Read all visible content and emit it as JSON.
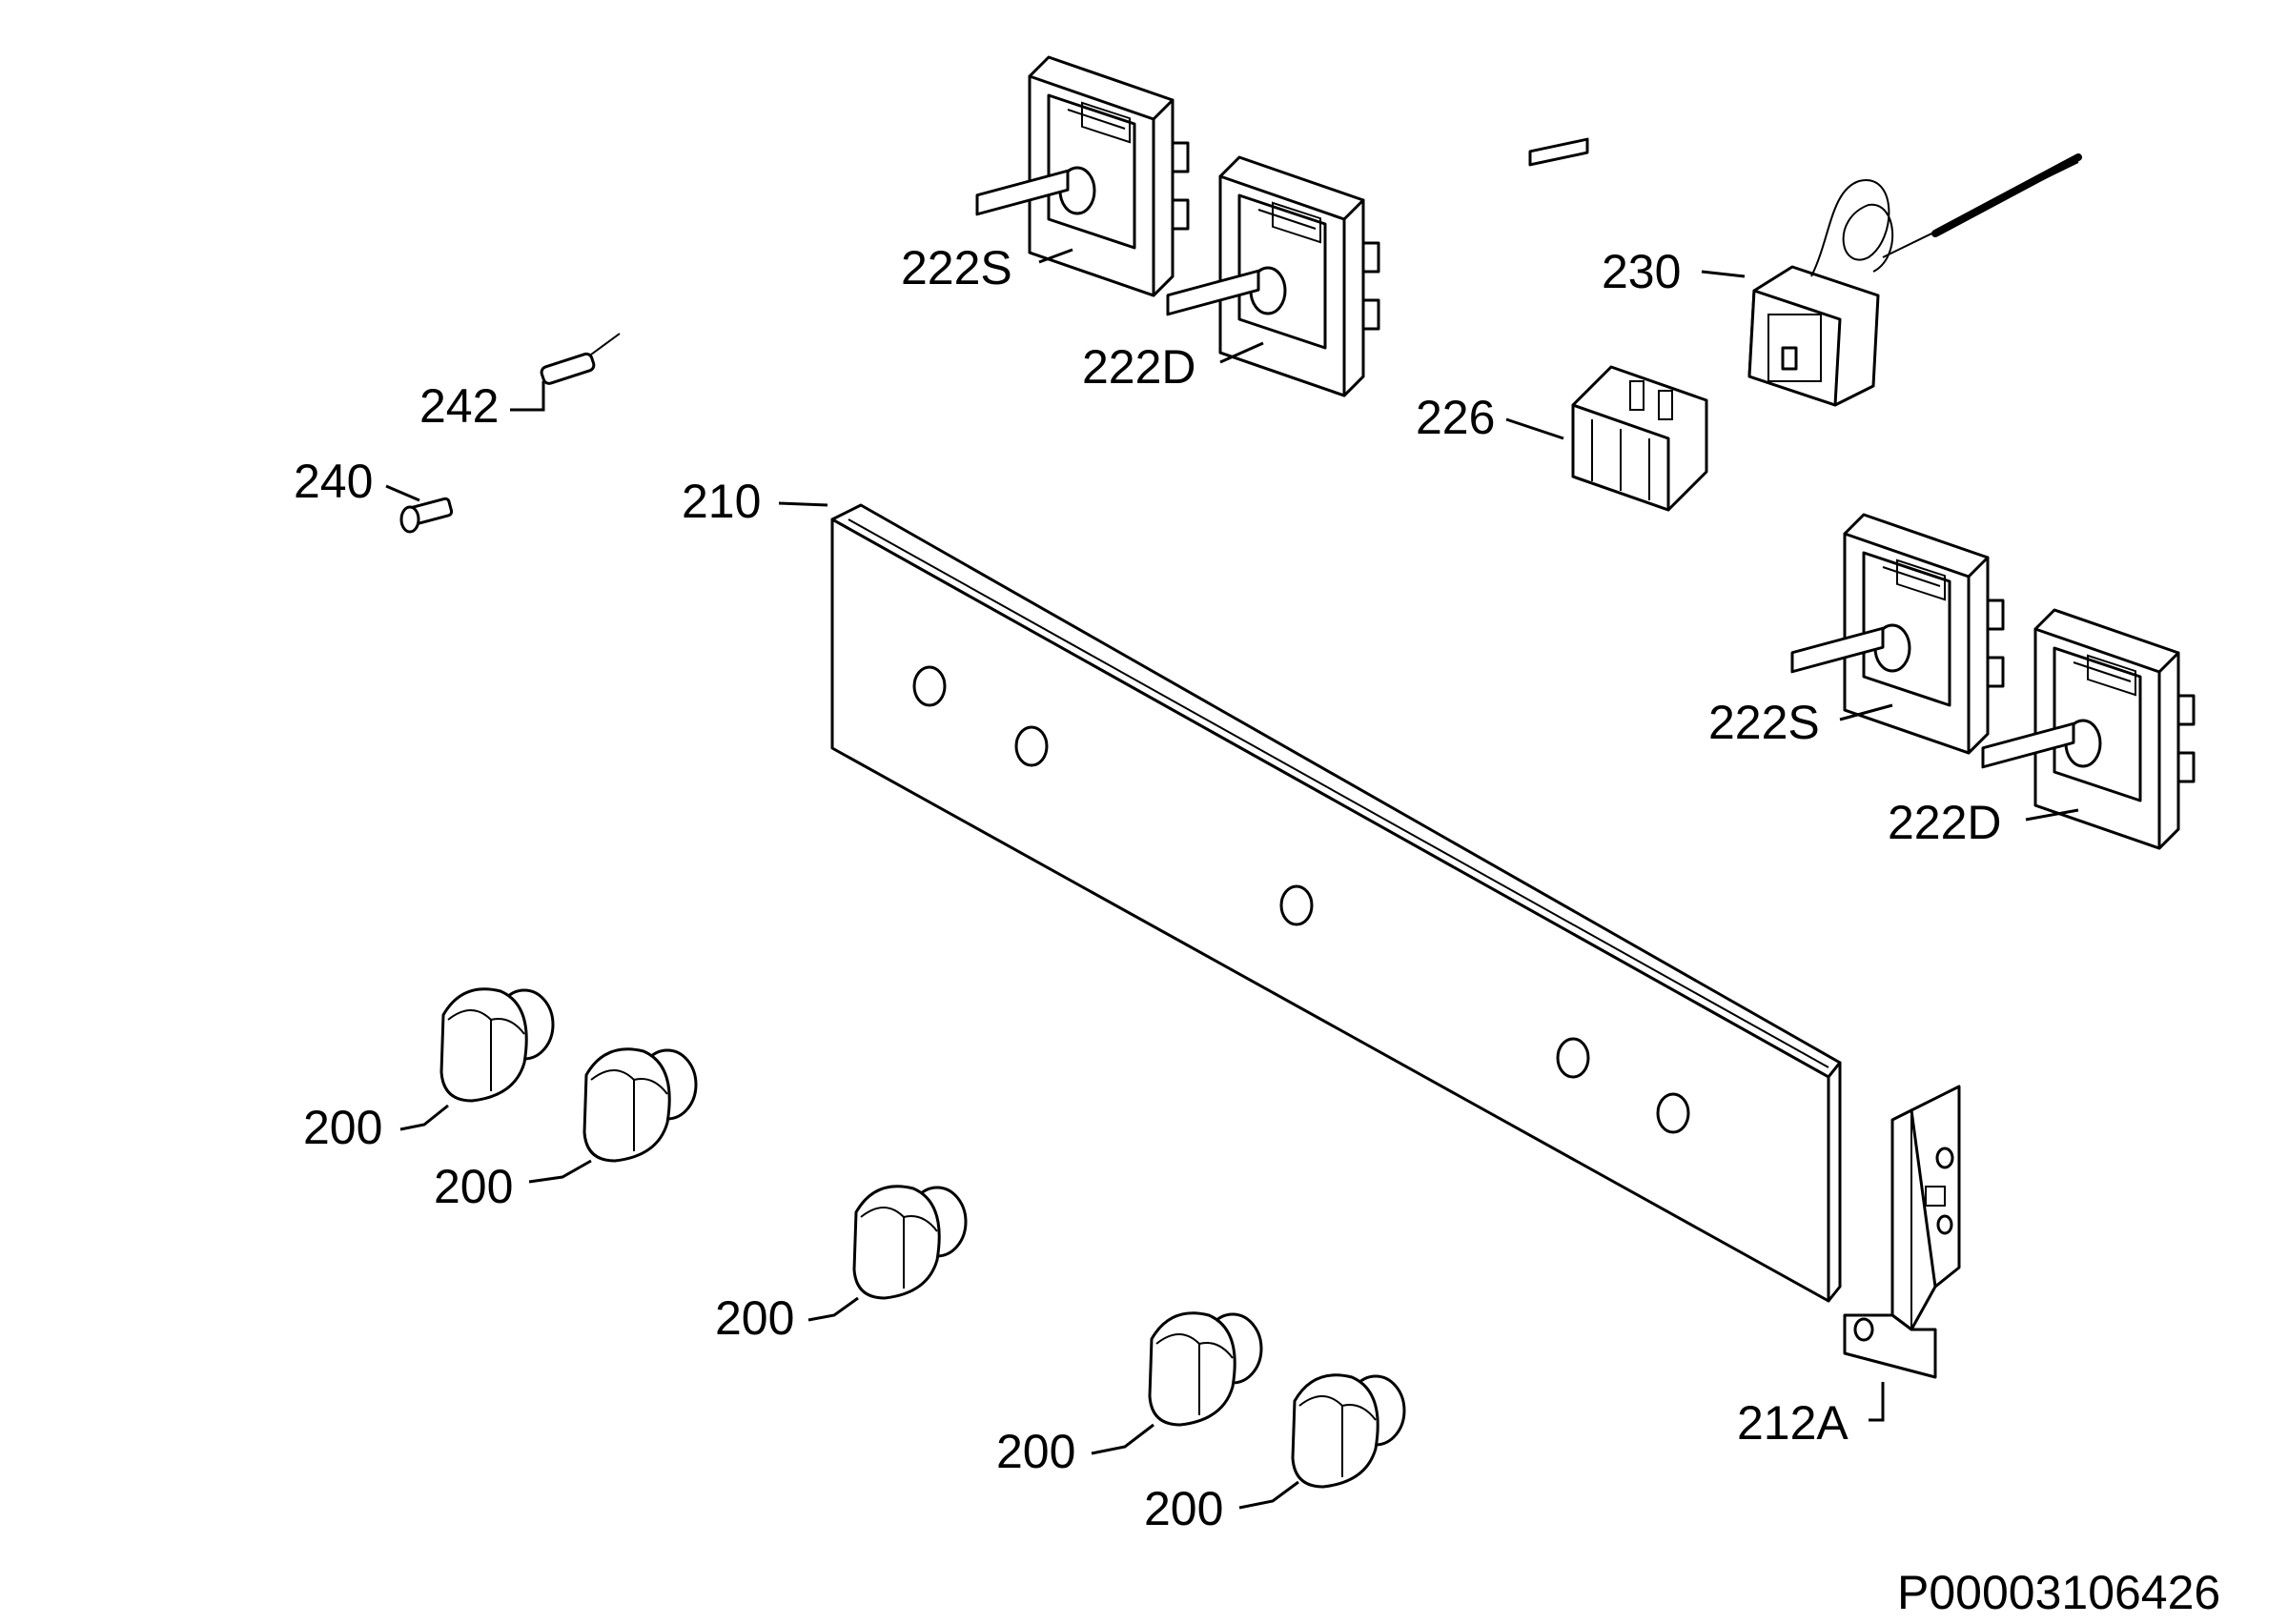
{
  "labels": {
    "switch_222s_top": "222S",
    "switch_222d_top": "222D",
    "thermostat_230": "230",
    "selector_226": "226",
    "part_242": "242",
    "part_240": "240",
    "panel_210": "210",
    "switch_222s_right": "222S",
    "switch_222d_right": "222D",
    "knob_1": "200",
    "knob_2": "200",
    "knob_3": "200",
    "knob_4": "200",
    "knob_5": "200",
    "bracket_212a": "212A",
    "drawing_number": "P00003106426"
  }
}
